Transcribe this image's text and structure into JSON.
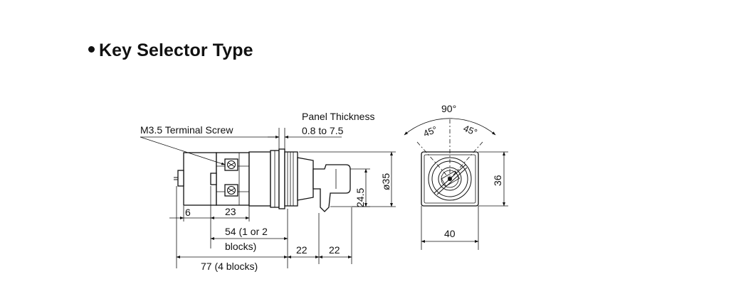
{
  "title": "Key Selector Type",
  "labels": {
    "terminal_screw": "M3.5 Terminal Screw",
    "panel_thickness": "Panel Thickness",
    "panel_range": "0.8 to 7.5",
    "dim_6": "6",
    "dim_23": "23",
    "dim_54_line1": "54 (1 or 2",
    "dim_54_line2": "blocks)",
    "dim_77": "77 (4 blocks)",
    "dim_22a": "22",
    "dim_22b": "22",
    "dim_24_5": "24.5",
    "dim_dia35": "ø35",
    "angle_90": "90°",
    "angle_45_left": "45°",
    "angle_45_right": "45°",
    "dim_36": "36",
    "dim_40": "40"
  }
}
